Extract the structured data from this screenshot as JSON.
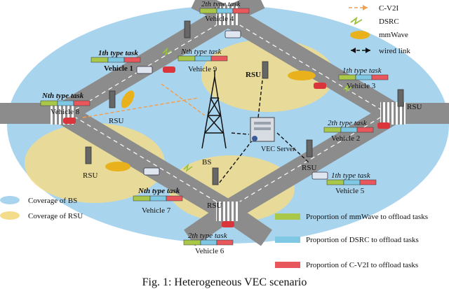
{
  "figure": {
    "caption": "Fig. 1: Heterogeneous VEC scenario"
  },
  "legend_top": {
    "c_v2i": "C-V2I",
    "dsrc": "DSRC",
    "mmwave": "mmWave",
    "wired": "wired link"
  },
  "legend_left": {
    "bs": "Coverage of BS",
    "rsu": "Coverage of RSU"
  },
  "legend_right": {
    "mmwave": "Proportion of mmWave to offload tasks",
    "dsrc": "Proportion of DSRC to offload tasks",
    "cv2i": "Proportion of C-V2I to offload tasks"
  },
  "nodes": {
    "bs": "BS",
    "server": "VEC Server",
    "rsu": "RSU"
  },
  "vehicles": [
    {
      "name": "Vehicle 4",
      "task": "2th type task"
    },
    {
      "name": "Vehicle 1",
      "task": "1th type task"
    },
    {
      "name": "Vehicle 9",
      "task": "Nth type task"
    },
    {
      "name": "Vehicle 3",
      "task": "1th type task"
    },
    {
      "name": "Vehicle 8",
      "task": "Nth type task"
    },
    {
      "name": "Vehicle 2",
      "task": "2th type task"
    },
    {
      "name": "Vehicle 7",
      "task": "Nth type task"
    },
    {
      "name": "Vehicle 5",
      "task": "1th type task"
    },
    {
      "name": "Vehicle 6",
      "task": "2th type task"
    }
  ],
  "colors": {
    "bs_coverage": "#a9d4ee",
    "rsu_coverage": "#f3dc8a",
    "road": "#8c8c8c",
    "mmwave": "#a9c84a",
    "dsrc": "#7ec8e3",
    "cv2i": "#e8575c",
    "cloud": "#e9b21c"
  }
}
